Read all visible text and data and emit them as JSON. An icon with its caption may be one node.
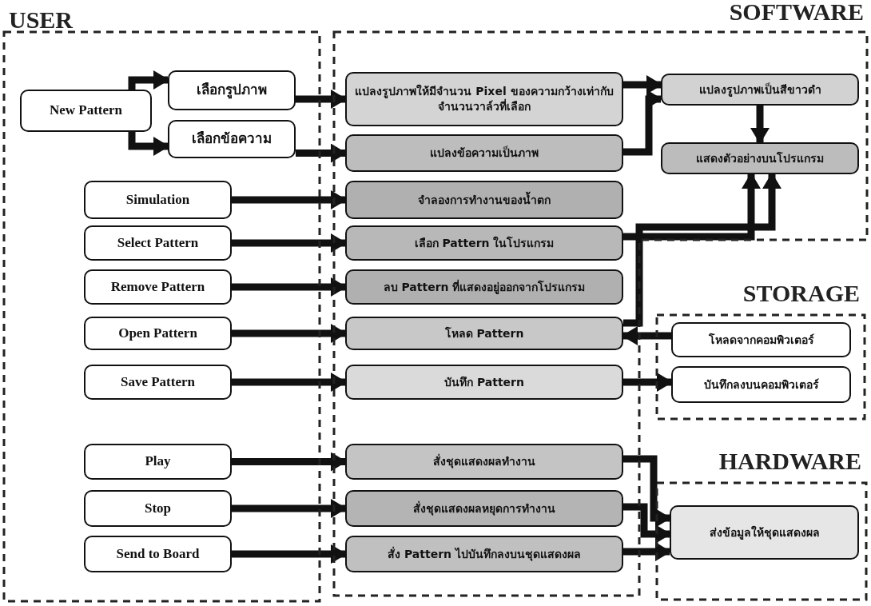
{
  "diagram": {
    "nodes": [
      {
        "text": [
          "USER"
        ]
      },
      {
        "text": [
          "SOFTWARE"
        ]
      },
      {
        "text": [
          "STORAGE"
        ]
      },
      {
        "text": [
          "HARDWARE"
        ]
      },
      {
        "text": [
          "New Pattern"
        ],
        "in": 0
      },
      {
        "text": [
          "เลือกรูปภาพ"
        ],
        "in": 0
      },
      {
        "text": [
          "เลือกข้อความ"
        ],
        "in": 0
      },
      {
        "text": [
          "Simulation"
        ],
        "in": 0
      },
      {
        "text": [
          "Select Pattern"
        ],
        "in": 0
      },
      {
        "text": [
          "Remove Pattern"
        ],
        "in": 0
      },
      {
        "text": [
          "Open Pattern"
        ],
        "in": 0
      },
      {
        "text": [
          "Save Pattern"
        ],
        "in": 0
      },
      {
        "text": [
          "Play"
        ],
        "in": 0
      },
      {
        "text": [
          "Stop"
        ],
        "in": 0
      },
      {
        "text": [
          "Send to Board"
        ],
        "in": 0
      },
      {
        "text": [
          "แปลงรูปภาพให้มีจำนวน Pixel ของความกว้างเท่ากับจำนวนวาล์วที่เลือก"
        ],
        "in": 1
      },
      {
        "text": [
          "แปลงข้อความเป็นภาพ"
        ],
        "in": 1
      },
      {
        "text": [
          "จำลองการทำงานของน้ำตก"
        ],
        "in": 1
      },
      {
        "text": [
          "เลือก Pattern ในโปรแกรม"
        ],
        "in": 1
      },
      {
        "text": [
          "ลบ Pattern ที่แสดงอยู่ออกจากโปรแกรม"
        ],
        "in": 1
      },
      {
        "text": [
          "โหลด Pattern"
        ],
        "in": 1
      },
      {
        "text": [
          "บันทึก Pattern"
        ],
        "in": 1
      },
      {
        "text": [
          "สั่งชุดแสดงผลทำงาน"
        ],
        "in": 1
      },
      {
        "text": [
          "สั่งชุดแสดงผลหยุดการทำงาน"
        ],
        "in": 1
      },
      {
        "text": [
          "สั่ง Pattern ไปบันทึกลงบนชุดแสดงผล"
        ],
        "in": 1
      },
      {
        "text": [
          "แปลงรูปภาพเป็นสีขาวดำ"
        ],
        "in": 1
      },
      {
        "text": [
          "แสดงตัวอย่างบนโปรแกรม"
        ],
        "in": 1
      },
      {
        "text": [
          "โหลดจากคอมพิวเตอร์"
        ],
        "in": 2
      },
      {
        "text": [
          "บันทึกลงบนคอมพิวเตอร์"
        ],
        "in": 2
      },
      {
        "text": [
          "ส่งข้อมูลให้ชุดแสดงผล"
        ],
        "in": 3
      }
    ],
    "edges": [
      {
        "from": 4,
        "to": 5,
        "arrow": "to"
      },
      {
        "from": 4,
        "to": 6,
        "arrow": "to"
      },
      {
        "from": 5,
        "to": 15,
        "arrow": "to"
      },
      {
        "from": 6,
        "to": 16,
        "arrow": "to"
      },
      {
        "from": 15,
        "to": 25,
        "arrow": "to"
      },
      {
        "from": 16,
        "to": 25,
        "arrow": "to"
      },
      {
        "from": 25,
        "to": 26,
        "arrow": "to"
      },
      {
        "from": 7,
        "to": 17,
        "arrow": "to"
      },
      {
        "from": 8,
        "to": 18,
        "arrow": "to"
      },
      {
        "from": 9,
        "to": 19,
        "arrow": "to"
      },
      {
        "from": 10,
        "to": 20,
        "arrow": "to"
      },
      {
        "from": 11,
        "to": 21,
        "arrow": "to"
      },
      {
        "from": 12,
        "to": 22,
        "arrow": "to"
      },
      {
        "from": 13,
        "to": 23,
        "arrow": "to"
      },
      {
        "from": 14,
        "to": 24,
        "arrow": "to"
      },
      {
        "from": 18,
        "to": 26,
        "arrow": "to"
      },
      {
        "from": 20,
        "to": 26,
        "arrow": "to"
      },
      {
        "from": 27,
        "to": 20,
        "arrow": "to"
      },
      {
        "from": 21,
        "to": 28,
        "arrow": "to"
      },
      {
        "from": 22,
        "to": 29,
        "arrow": "to"
      },
      {
        "from": 23,
        "to": 29,
        "arrow": "to"
      },
      {
        "from": 24,
        "to": 29,
        "arrow": "to"
      }
    ]
  }
}
